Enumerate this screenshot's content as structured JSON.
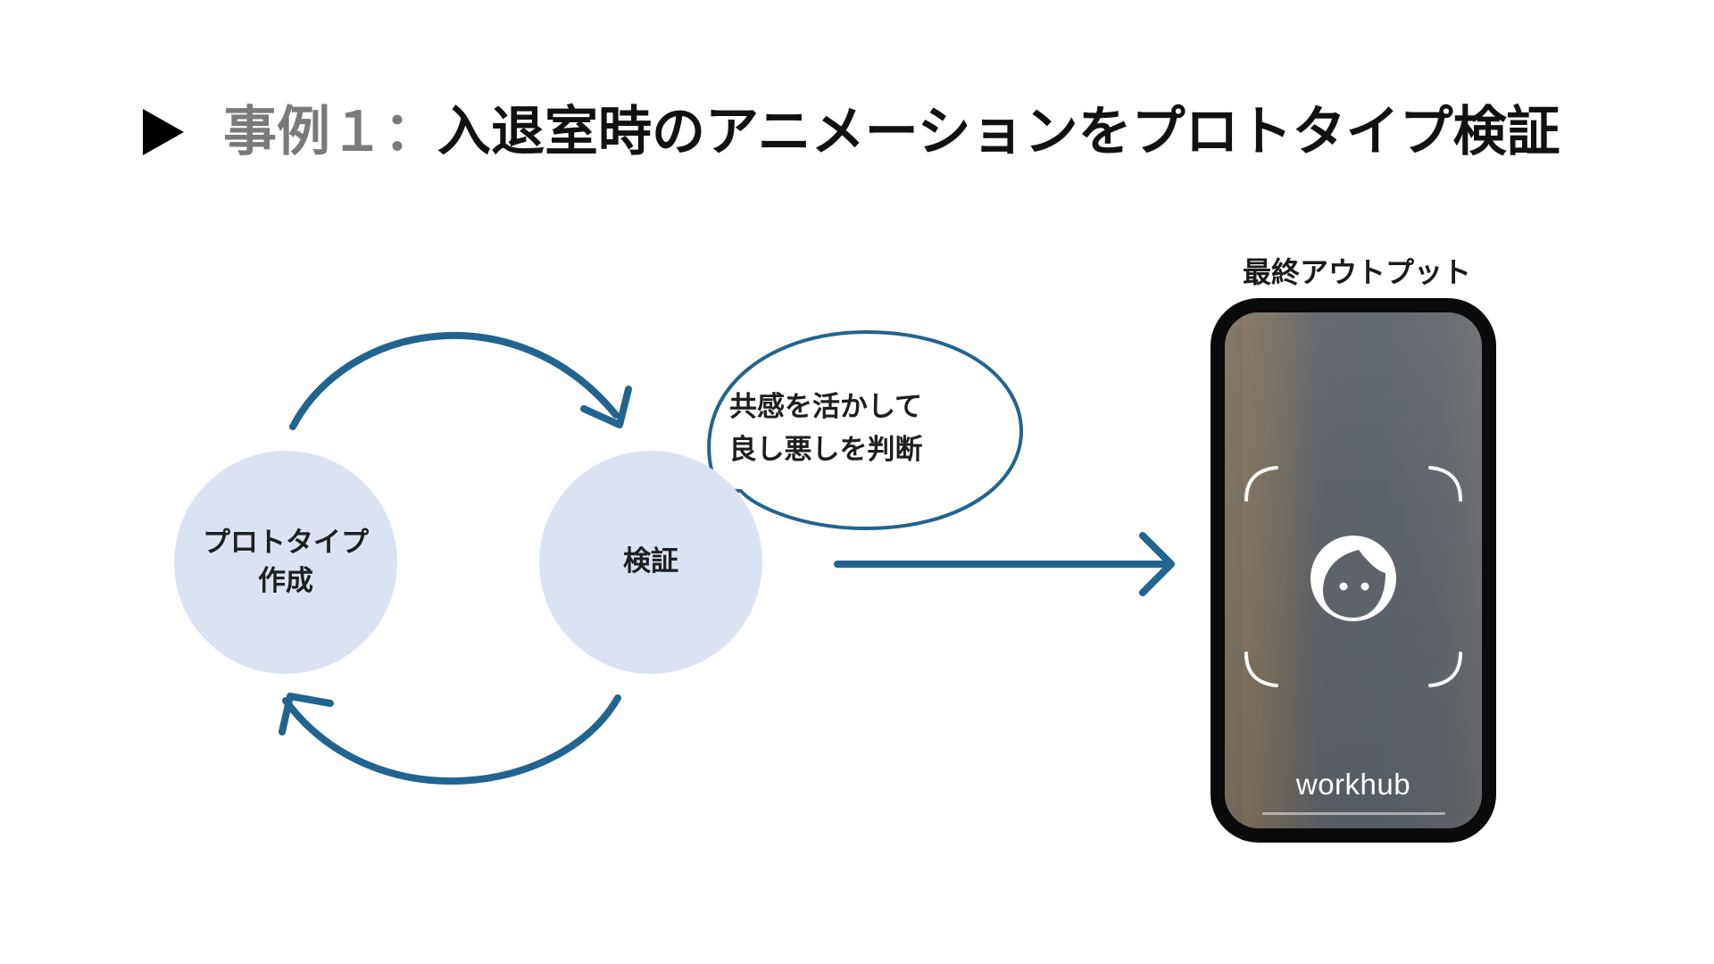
{
  "title": {
    "prefix": "事例１：",
    "text": "入退室時のアニメーションをプロトタイプ検証"
  },
  "cycle": {
    "node1": {
      "line1": "プロトタイプ",
      "line2": "作成"
    },
    "node2": {
      "label": "検証"
    },
    "bubble": {
      "line1": "共感を活かして",
      "line2": "良し悪しを判断"
    }
  },
  "output": {
    "label": "最終アウトプット",
    "brand": "workhub"
  },
  "colors": {
    "arrow": "#226490",
    "circle_fill": "#dbe3f3",
    "title_gray": "#7a7a7a"
  },
  "icons": [
    "play-triangle-icon",
    "cycle-arrow-icon",
    "right-arrow-icon",
    "face-icon",
    "scan-corner-icon"
  ]
}
